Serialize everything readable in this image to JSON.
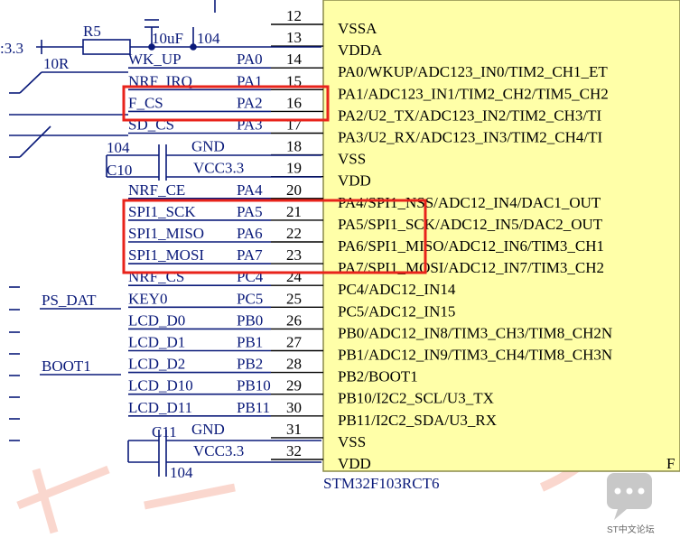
{
  "chip": {
    "part_number": "STM32F103RCT6",
    "body_color": "#ffffa8",
    "pins": [
      {
        "num": "12",
        "name": "VSSA"
      },
      {
        "num": "13",
        "name": "VDDA"
      },
      {
        "num": "14",
        "name": "PA0/WKUP/ADC123_IN0/TIM2_CH1_ET"
      },
      {
        "num": "15",
        "name": "PA1/ADC123_IN1/TIM2_CH2/TIM5_CH2"
      },
      {
        "num": "16",
        "name": "PA2/U2_TX/ADC123_IN2/TIM2_CH3/TI"
      },
      {
        "num": "17",
        "name": "PA3/U2_RX/ADC123_IN3/TIM2_CH4/TI"
      },
      {
        "num": "18",
        "name": "VSS"
      },
      {
        "num": "19",
        "name": "VDD"
      },
      {
        "num": "20",
        "name": "PA4/SPI1_NSS/ADC12_IN4/DAC1_OUT"
      },
      {
        "num": "21",
        "name": "PA5/SPI1_SCK/ADC12_IN5/DAC2_OUT"
      },
      {
        "num": "22",
        "name": "PA6/SPI1_MISO/ADC12_IN6/TIM3_CH1"
      },
      {
        "num": "23",
        "name": "PA7/SPI1_MOSI/ADC12_IN7/TIM3_CH2"
      },
      {
        "num": "24",
        "name": "PC4/ADC12_IN14"
      },
      {
        "num": "25",
        "name": "PC5/ADC12_IN15"
      },
      {
        "num": "26",
        "name": "PB0/ADC12_IN8/TIM3_CH3/TIM8_CH2N"
      },
      {
        "num": "27",
        "name": "PB1/ADC12_IN9/TIM3_CH4/TIM8_CH3N"
      },
      {
        "num": "28",
        "name": "PB2/BOOT1"
      },
      {
        "num": "29",
        "name": "PB10/I2C2_SCL/U3_TX"
      },
      {
        "num": "30",
        "name": "PB11/I2C2_SDA/U3_RX"
      },
      {
        "num": "31",
        "name": "VSS"
      },
      {
        "num": "32",
        "name": "VDD"
      }
    ],
    "right_edge_letter": "F"
  },
  "nets": [
    {
      "signal": "WK_UP",
      "port": "PA0"
    },
    {
      "signal": "NRF_IRQ",
      "port": "PA1"
    },
    {
      "signal": "F_CS",
      "port": "PA2"
    },
    {
      "signal": "SD_CS",
      "port": "PA3"
    },
    {
      "signal": "GND",
      "port": ""
    },
    {
      "signal": "VCC3.3",
      "port": ""
    },
    {
      "signal": "NRF_CE",
      "port": "PA4"
    },
    {
      "signal": "SPI1_SCK",
      "port": "PA5"
    },
    {
      "signal": "SPI1_MISO",
      "port": "PA6"
    },
    {
      "signal": "SPI1_MOSI",
      "port": "PA7"
    },
    {
      "signal": "NRF_CS",
      "port": "PC4"
    },
    {
      "signal": "KEY0",
      "port": "PC5"
    },
    {
      "signal": "LCD_D0",
      "port": "PB0"
    },
    {
      "signal": "LCD_D1",
      "port": "PB1"
    },
    {
      "signal": "LCD_D2",
      "port": "PB2"
    },
    {
      "signal": "LCD_D10",
      "port": "PB10"
    },
    {
      "signal": "LCD_D11",
      "port": "PB11"
    },
    {
      "signal": "GND",
      "port": ""
    },
    {
      "signal": "VCC3.3",
      "port": ""
    }
  ],
  "components": {
    "r5_ref": "R5",
    "r5_value": "10R",
    "supply_left": ":3.3",
    "cap_top_value": "10uF",
    "cap_top_value2": "104",
    "c10_ref": "C10",
    "c10_value": "104",
    "c11_ref": "C11",
    "c11_value": "104"
  },
  "left_labels": {
    "ps_dat": "PS_DAT",
    "boot1": "BOOT1"
  },
  "highlight_color": "#e8231b",
  "watermark": {
    "text": "ST中文论坛"
  }
}
